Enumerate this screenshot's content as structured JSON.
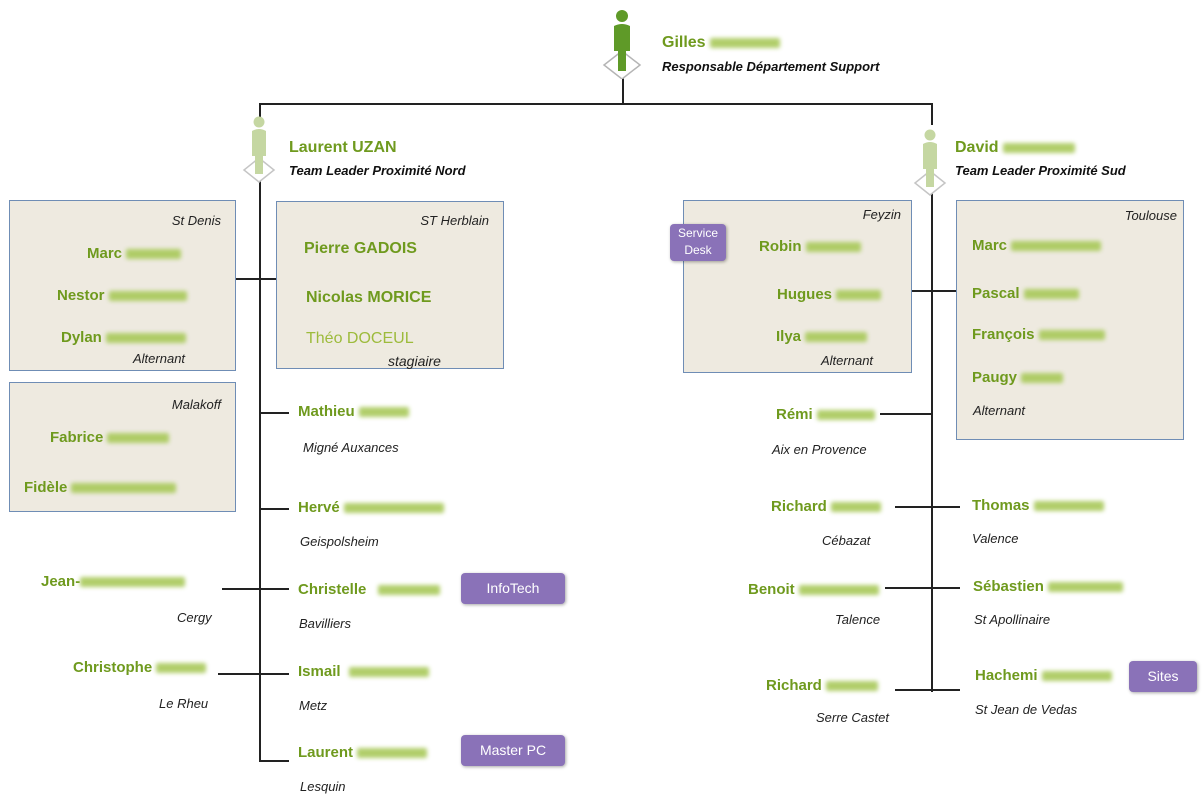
{
  "top": {
    "first": "Gilles",
    "role": "Responsable Département Support"
  },
  "leader_nord": {
    "first": "Laurent UZAN",
    "role": "Team Leader Proximité Nord"
  },
  "leader_sud": {
    "first": "David",
    "role": "Team Leader Proximité Sud"
  },
  "box_stdenis": {
    "site": "St Denis",
    "p1": "Marc",
    "p2": "Nestor",
    "p3": "Dylan",
    "note": "Alternant"
  },
  "box_malakoff": {
    "site": "Malakoff",
    "p1": "Fabrice",
    "p2": "Fidèle"
  },
  "box_stherblain": {
    "site": "ST Herblain",
    "p1": "Pierre GADOIS",
    "p2": "Nicolas MORICE",
    "p3": "Théo DOCEUL",
    "note": "stagiaire"
  },
  "box_feyzin": {
    "site": "Feyzin",
    "tag": "Service Desk",
    "p1": "Robin",
    "p2": "Hugues",
    "p3": "Ilya",
    "note": "Alternant"
  },
  "box_toulouse": {
    "site": "Toulouse",
    "p1": "Marc",
    "p2": "Pascal",
    "p3": "François",
    "p4": "Paugy",
    "note": "Alternant"
  },
  "nord": {
    "mathieu": {
      "name": "Mathieu",
      "loc": "Migné Auxances"
    },
    "herve": {
      "name": "Hervé",
      "loc": "Geispolsheim"
    },
    "christelle": {
      "name": "Christelle",
      "loc": "Bavilliers"
    },
    "ismail": {
      "name": "Ismail",
      "loc": "Metz"
    },
    "laurent": {
      "name": "Laurent",
      "loc": "Lesquin"
    },
    "jean": {
      "name": "Jean-",
      "loc": "Cergy"
    },
    "christophe": {
      "name": "Christophe",
      "loc": "Le Rheu"
    }
  },
  "sud": {
    "remi": {
      "name": "Rémi",
      "loc": "Aix en Provence"
    },
    "richard1": {
      "name": "Richard",
      "loc": "Cébazat"
    },
    "benoit": {
      "name": "Benoit",
      "loc": "Talence"
    },
    "richard2": {
      "name": "Richard",
      "loc": "Serre Castet"
    },
    "thomas": {
      "name": "Thomas",
      "loc": "Valence"
    },
    "sebastien": {
      "name": "Sébastien",
      "loc": "St Apollinaire"
    },
    "hachemi": {
      "name": "Hachemi",
      "loc": "St Jean de Vedas"
    }
  },
  "tags": {
    "infotech": "InfoTech",
    "masterpc": "Master PC",
    "sites": "Sites"
  },
  "colors": {
    "name_green": "#6f9a1e",
    "box_bg": "#eeeae0",
    "box_border": "#6f8db5",
    "tag_purple": "#8a72b8"
  }
}
